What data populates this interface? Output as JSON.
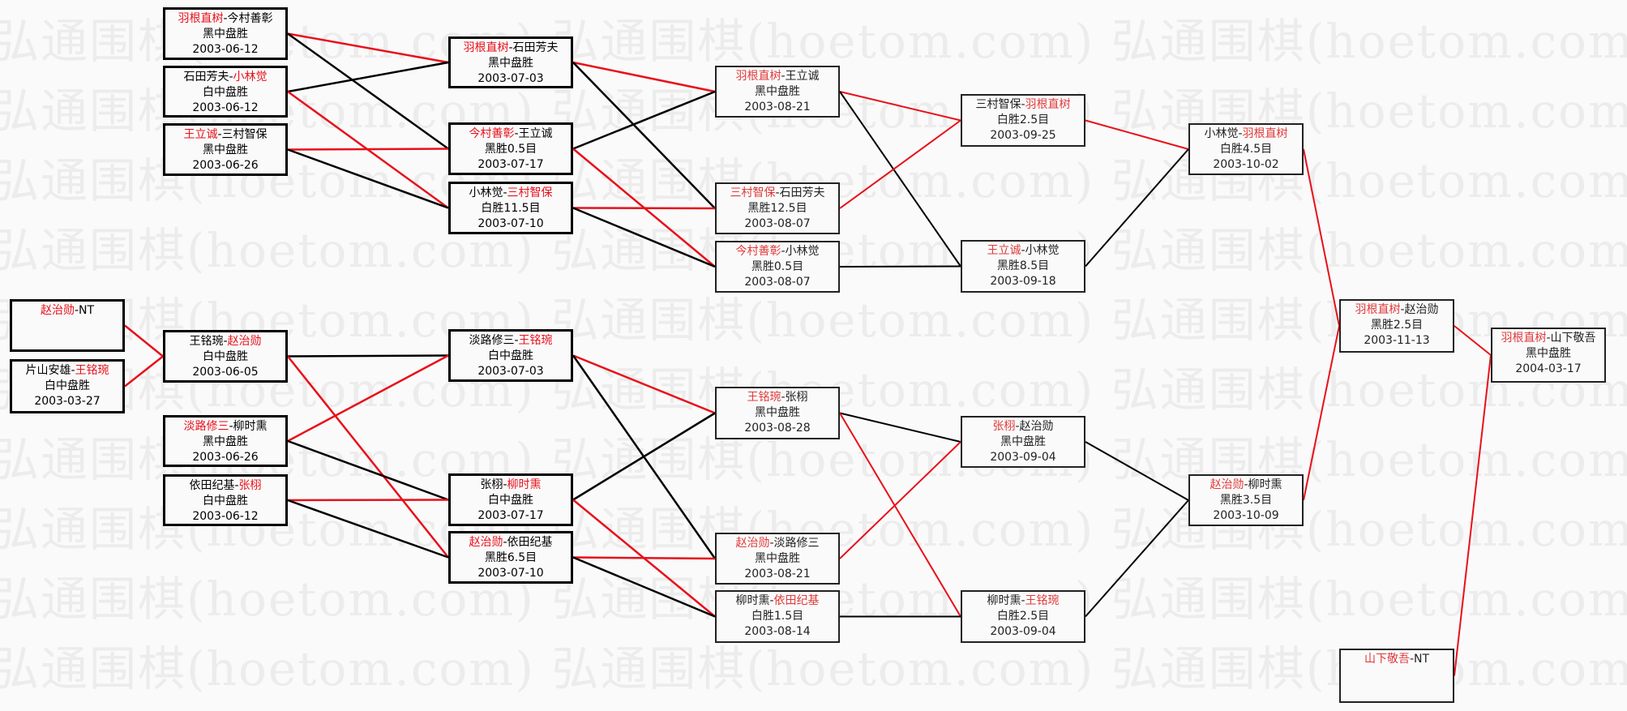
{
  "watermark": "弘通围棋(hoetom.com)",
  "colors": {
    "winner": "#e8101a",
    "loser_line": "#000000"
  },
  "matches": {
    "A1": {
      "p": [
        "赵治勋",
        "NT"
      ],
      "w": 0,
      "result": "",
      "date": ""
    },
    "A2": {
      "p": [
        "片山安雄",
        "王铭琬"
      ],
      "w": 1,
      "result": "白中盘胜",
      "date": "2003-03-27"
    },
    "B1": {
      "p": [
        "羽根直树",
        "今村善彰"
      ],
      "w": 0,
      "result": "黑中盘胜",
      "date": "2003-06-12"
    },
    "B2": {
      "p": [
        "石田芳夫",
        "小林觉"
      ],
      "w": 1,
      "result": "白中盘胜",
      "date": "2003-06-12"
    },
    "B3": {
      "p": [
        "王立诚",
        "三村智保"
      ],
      "w": 0,
      "result": "黑中盘胜",
      "date": "2003-06-26"
    },
    "B4": {
      "p": [
        "王铭琬",
        "赵治勋"
      ],
      "w": 1,
      "result": "白中盘胜",
      "date": "2003-06-05"
    },
    "B5": {
      "p": [
        "淡路修三",
        "柳时熏"
      ],
      "w": 0,
      "result": "黑中盘胜",
      "date": "2003-06-26"
    },
    "B6": {
      "p": [
        "依田纪基",
        "张栩"
      ],
      "w": 1,
      "result": "白中盘胜",
      "date": "2003-06-12"
    },
    "C1": {
      "p": [
        "羽根直树",
        "石田芳夫"
      ],
      "w": 0,
      "result": "黑中盘胜",
      "date": "2003-07-03"
    },
    "C2": {
      "p": [
        "今村善彰",
        "王立诚"
      ],
      "w": 0,
      "result": "黑胜0.5目",
      "date": "2003-07-17"
    },
    "C3": {
      "p": [
        "小林觉",
        "三村智保"
      ],
      "w": 1,
      "result": "白胜11.5目",
      "date": "2003-07-10"
    },
    "C4": {
      "p": [
        "淡路修三",
        "王铭琬"
      ],
      "w": 1,
      "result": "白中盘胜",
      "date": "2003-07-03"
    },
    "C5": {
      "p": [
        "张栩",
        "柳时熏"
      ],
      "w": 1,
      "result": "白中盘胜",
      "date": "2003-07-17"
    },
    "C6": {
      "p": [
        "赵治勋",
        "依田纪基"
      ],
      "w": 0,
      "result": "黑胜6.5目",
      "date": "2003-07-10"
    },
    "D1": {
      "p": [
        "羽根直树",
        "王立诚"
      ],
      "w": 0,
      "result": "黑中盘胜",
      "date": "2003-08-21"
    },
    "D2": {
      "p": [
        "三村智保",
        "石田芳夫"
      ],
      "w": 0,
      "result": "黑胜12.5目",
      "date": "2003-08-07"
    },
    "D3": {
      "p": [
        "今村善彰",
        "小林觉"
      ],
      "w": 0,
      "result": "黑胜0.5目",
      "date": "2003-08-07"
    },
    "D4": {
      "p": [
        "王铭琬",
        "张栩"
      ],
      "w": 0,
      "result": "黑中盘胜",
      "date": "2003-08-28"
    },
    "D5": {
      "p": [
        "赵治勋",
        "淡路修三"
      ],
      "w": 0,
      "result": "黑中盘胜",
      "date": "2003-08-21"
    },
    "D6": {
      "p": [
        "柳时熏",
        "依田纪基"
      ],
      "w": 1,
      "result": "白胜1.5目",
      "date": "2003-08-14"
    },
    "E1": {
      "p": [
        "三村智保",
        "羽根直树"
      ],
      "w": 1,
      "result": "白胜2.5目",
      "date": "2003-09-25"
    },
    "E2": {
      "p": [
        "王立诚",
        "小林觉"
      ],
      "w": 0,
      "result": "黑胜8.5目",
      "date": "2003-09-18"
    },
    "E3": {
      "p": [
        "张栩",
        "赵治勋"
      ],
      "w": 0,
      "result": "黑中盘胜",
      "date": "2003-09-04"
    },
    "E4": {
      "p": [
        "柳时熏",
        "王铭琬"
      ],
      "w": 1,
      "result": "白胜2.5目",
      "date": "2003-09-04"
    },
    "F1": {
      "p": [
        "小林觉",
        "羽根直树"
      ],
      "w": 1,
      "result": "白胜4.5目",
      "date": "2003-10-02"
    },
    "F2": {
      "p": [
        "赵治勋",
        "柳时熏"
      ],
      "w": 0,
      "result": "黑胜3.5目",
      "date": "2003-10-09"
    },
    "G1": {
      "p": [
        "羽根直树",
        "赵治勋"
      ],
      "w": 0,
      "result": "黑胜2.5目",
      "date": "2003-11-13"
    },
    "G2": {
      "p": [
        "山下敬吾",
        "NT"
      ],
      "w": 0,
      "result": "",
      "date": ""
    },
    "H1": {
      "p": [
        "羽根直树",
        "山下敬吾"
      ],
      "w": 0,
      "result": "黑中盘胜",
      "date": "2004-03-17"
    }
  },
  "links": [
    [
      "B1",
      "C1",
      1
    ],
    [
      "B1",
      "C2",
      0
    ],
    [
      "B2",
      "C1",
      0
    ],
    [
      "B2",
      "C3",
      1
    ],
    [
      "B3",
      "C2",
      1
    ],
    [
      "B3",
      "C3",
      0
    ],
    [
      "C1",
      "D1",
      1
    ],
    [
      "C1",
      "D2",
      0
    ],
    [
      "C2",
      "D1",
      0
    ],
    [
      "C2",
      "D3",
      1
    ],
    [
      "C3",
      "D2",
      1
    ],
    [
      "C3",
      "D3",
      0
    ],
    [
      "D1",
      "E1",
      1
    ],
    [
      "D1",
      "E2",
      0
    ],
    [
      "D2",
      "E1",
      1
    ],
    [
      "D3",
      "E2",
      0
    ],
    [
      "E1",
      "F1",
      1
    ],
    [
      "E2",
      "F1",
      0
    ],
    [
      "F1",
      "G1",
      1
    ],
    [
      "A1",
      "B4",
      1
    ],
    [
      "A2",
      "B4",
      1
    ],
    [
      "B4",
      "C4",
      0
    ],
    [
      "B4",
      "C6",
      1
    ],
    [
      "B5",
      "C4",
      1
    ],
    [
      "B5",
      "C5",
      0
    ],
    [
      "B6",
      "C5",
      1
    ],
    [
      "B6",
      "C6",
      0
    ],
    [
      "C4",
      "D4",
      1
    ],
    [
      "C4",
      "D5",
      0
    ],
    [
      "C5",
      "D4",
      0
    ],
    [
      "C5",
      "D6",
      1
    ],
    [
      "C6",
      "D5",
      1
    ],
    [
      "C6",
      "D6",
      0
    ],
    [
      "D4",
      "E3",
      0
    ],
    [
      "D4",
      "E4",
      1
    ],
    [
      "D5",
      "E3",
      1
    ],
    [
      "D6",
      "E4",
      0
    ],
    [
      "E3",
      "F2",
      0
    ],
    [
      "E4",
      "F2",
      0
    ],
    [
      "F2",
      "G1",
      1
    ],
    [
      "G1",
      "H1",
      1
    ],
    [
      "G2",
      "H1",
      1
    ]
  ]
}
